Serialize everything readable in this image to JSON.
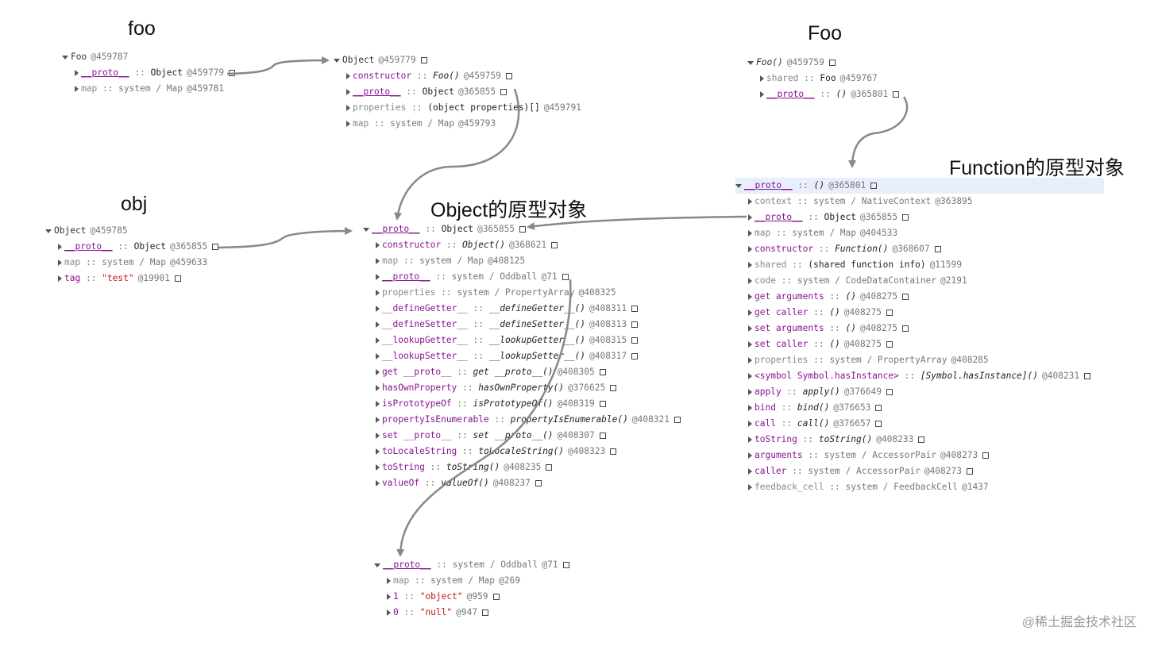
{
  "titles": {
    "foo": "foo",
    "Foo": "Foo",
    "obj": "obj",
    "object_proto": "Object的原型对象",
    "function_proto": "Function的原型对象"
  },
  "watermark": "@稀土掘金技术社区",
  "colors": {
    "key_purple": "#881391",
    "string_red": "#c41a16",
    "arrow_gray": "#888888",
    "highlight": "#e8eefc"
  },
  "trees": {
    "foo": [
      {
        "depth": 0,
        "toggle": "expanded",
        "key": "Foo",
        "keyStyle": "plain",
        "sep": "",
        "val": "",
        "valStyle": "",
        "id": "@459787",
        "box": false
      },
      {
        "depth": 1,
        "toggle": "collapsed",
        "key": "__proto__",
        "keyStyle": "proto",
        "sep": " :: ",
        "val": "Object",
        "valStyle": "obj",
        "id": "@459779",
        "box": true
      },
      {
        "depth": 1,
        "toggle": "collapsed",
        "key": "map",
        "keyStyle": "gray",
        "sep": " :: ",
        "val": "system / Map",
        "valStyle": "sys",
        "id": "@459781",
        "box": false
      }
    ],
    "object459779": [
      {
        "depth": 0,
        "toggle": "expanded",
        "key": "Object",
        "keyStyle": "plain",
        "sep": "",
        "val": "",
        "valStyle": "",
        "id": "@459779",
        "box": true
      },
      {
        "depth": 1,
        "toggle": "collapsed",
        "key": "constructor",
        "keyStyle": "purple",
        "sep": " :: ",
        "val": "Foo()",
        "valStyle": "fn",
        "id": "@459759",
        "box": true
      },
      {
        "depth": 1,
        "toggle": "collapsed",
        "key": "__proto__",
        "keyStyle": "proto",
        "sep": " :: ",
        "val": "Object",
        "valStyle": "obj",
        "id": "@365855",
        "box": true
      },
      {
        "depth": 1,
        "toggle": "collapsed",
        "key": "properties",
        "keyStyle": "gray",
        "sep": " :: ",
        "val": "(object properties)[]",
        "valStyle": "obj",
        "id": "@459791",
        "box": false
      },
      {
        "depth": 1,
        "toggle": "collapsed",
        "key": "map",
        "keyStyle": "gray",
        "sep": " :: ",
        "val": "system / Map",
        "valStyle": "sys",
        "id": "@459793",
        "box": false
      }
    ],
    "Foo": [
      {
        "depth": 0,
        "toggle": "expanded",
        "key": "Foo()",
        "keyStyle": "fnkey",
        "sep": "",
        "val": "",
        "valStyle": "",
        "id": "@459759",
        "box": true
      },
      {
        "depth": 1,
        "toggle": "collapsed",
        "key": "shared",
        "keyStyle": "gray",
        "sep": " :: ",
        "val": "Foo",
        "valStyle": "obj",
        "id": "@459767",
        "box": false
      },
      {
        "depth": 1,
        "toggle": "collapsed",
        "key": "__proto__",
        "keyStyle": "proto",
        "sep": " :: ",
        "val": "()",
        "valStyle": "fn",
        "id": "@365801",
        "box": true
      }
    ],
    "obj": [
      {
        "depth": 0,
        "toggle": "expanded",
        "key": "Object",
        "keyStyle": "plain",
        "sep": "",
        "val": "",
        "valStyle": "",
        "id": "@459785",
        "box": false
      },
      {
        "depth": 1,
        "toggle": "collapsed",
        "key": "__proto__",
        "keyStyle": "proto",
        "sep": " :: ",
        "val": "Object",
        "valStyle": "obj",
        "id": "@365855",
        "box": true
      },
      {
        "depth": 1,
        "toggle": "collapsed",
        "key": "map",
        "keyStyle": "gray",
        "sep": " :: ",
        "val": "system / Map",
        "valStyle": "sys",
        "id": "@459633",
        "box": false
      },
      {
        "depth": 1,
        "toggle": "collapsed",
        "key": "tag",
        "keyStyle": "purple",
        "sep": " :: ",
        "val": "\"test\"",
        "valStyle": "str",
        "id": "@19901",
        "box": true
      }
    ],
    "objectProto": [
      {
        "depth": 0,
        "toggle": "expanded",
        "key": "__proto__",
        "keyStyle": "proto",
        "sep": " :: ",
        "val": "Object",
        "valStyle": "obj",
        "id": "@365855",
        "box": true
      },
      {
        "depth": 1,
        "toggle": "collapsed",
        "key": "constructor",
        "keyStyle": "purple",
        "sep": " :: ",
        "val": "Object()",
        "valStyle": "fn",
        "id": "@368621",
        "box": true
      },
      {
        "depth": 1,
        "toggle": "collapsed",
        "key": "map",
        "keyStyle": "gray",
        "sep": " :: ",
        "val": "system / Map",
        "valStyle": "sys",
        "id": "@408125",
        "box": false
      },
      {
        "depth": 1,
        "toggle": "collapsed",
        "key": "__proto__",
        "keyStyle": "proto",
        "sep": " :: ",
        "val": "system / Oddball",
        "valStyle": "sys",
        "id": "@71",
        "box": true
      },
      {
        "depth": 1,
        "toggle": "collapsed",
        "key": "properties",
        "keyStyle": "gray",
        "sep": " :: ",
        "val": "system / PropertyArray",
        "valStyle": "sys",
        "id": "@408325",
        "box": false
      },
      {
        "depth": 1,
        "toggle": "collapsed",
        "key": "__defineGetter__",
        "keyStyle": "purple",
        "sep": " :: ",
        "val": "__defineGetter__()",
        "valStyle": "fn",
        "id": "@408311",
        "box": true
      },
      {
        "depth": 1,
        "toggle": "collapsed",
        "key": "__defineSetter__",
        "keyStyle": "purple",
        "sep": " :: ",
        "val": "__defineSetter__()",
        "valStyle": "fn",
        "id": "@408313",
        "box": true
      },
      {
        "depth": 1,
        "toggle": "collapsed",
        "key": "__lookupGetter__",
        "keyStyle": "purple",
        "sep": " :: ",
        "val": "__lookupGetter__()",
        "valStyle": "fn",
        "id": "@408315",
        "box": true
      },
      {
        "depth": 1,
        "toggle": "collapsed",
        "key": "__lookupSetter__",
        "keyStyle": "purple",
        "sep": " :: ",
        "val": "__lookupSetter__()",
        "valStyle": "fn",
        "id": "@408317",
        "box": true
      },
      {
        "depth": 1,
        "toggle": "collapsed",
        "key": "get __proto__",
        "keyStyle": "purple",
        "sep": " :: ",
        "val": "get __proto__()",
        "valStyle": "fn",
        "id": "@408305",
        "box": true
      },
      {
        "depth": 1,
        "toggle": "collapsed",
        "key": "hasOwnProperty",
        "keyStyle": "purple",
        "sep": " :: ",
        "val": "hasOwnProperty()",
        "valStyle": "fn",
        "id": "@376625",
        "box": true
      },
      {
        "depth": 1,
        "toggle": "collapsed",
        "key": "isPrototypeOf",
        "keyStyle": "purple",
        "sep": " :: ",
        "val": "isPrototypeOf()",
        "valStyle": "fn",
        "id": "@408319",
        "box": true
      },
      {
        "depth": 1,
        "toggle": "collapsed",
        "key": "propertyIsEnumerable",
        "keyStyle": "purple",
        "sep": " :: ",
        "val": "propertyIsEnumerable()",
        "valStyle": "fn",
        "id": "@408321",
        "box": true
      },
      {
        "depth": 1,
        "toggle": "collapsed",
        "key": "set __proto__",
        "keyStyle": "purple",
        "sep": " :: ",
        "val": "set __proto__()",
        "valStyle": "fn",
        "id": "@408307",
        "box": true
      },
      {
        "depth": 1,
        "toggle": "collapsed",
        "key": "toLocaleString",
        "keyStyle": "purple",
        "sep": " :: ",
        "val": "toLocaleString()",
        "valStyle": "fn",
        "id": "@408323",
        "box": true
      },
      {
        "depth": 1,
        "toggle": "collapsed",
        "key": "toString",
        "keyStyle": "purple",
        "sep": " :: ",
        "val": "toString()",
        "valStyle": "fn",
        "id": "@408235",
        "box": true
      },
      {
        "depth": 1,
        "toggle": "collapsed",
        "key": "valueOf",
        "keyStyle": "purple",
        "sep": " :: ",
        "val": "valueOf()",
        "valStyle": "fn",
        "id": "@408237",
        "box": true
      }
    ],
    "oddball": [
      {
        "depth": 0,
        "toggle": "expanded",
        "key": "__proto__",
        "keyStyle": "proto",
        "sep": " :: ",
        "val": "system / Oddball",
        "valStyle": "sys",
        "id": "@71",
        "box": true
      },
      {
        "depth": 1,
        "toggle": "collapsed",
        "key": "map",
        "keyStyle": "gray",
        "sep": " :: ",
        "val": "system / Map",
        "valStyle": "sys",
        "id": "@269",
        "box": false
      },
      {
        "depth": 1,
        "toggle": "collapsed",
        "key": "1",
        "keyStyle": "purple",
        "sep": " :: ",
        "val": "\"object\"",
        "valStyle": "str",
        "id": "@959",
        "box": true
      },
      {
        "depth": 1,
        "toggle": "collapsed",
        "key": "0",
        "keyStyle": "purple",
        "sep": " :: ",
        "val": "\"null\"",
        "valStyle": "str",
        "id": "@947",
        "box": true
      }
    ],
    "functionProto": [
      {
        "depth": 0,
        "toggle": "expanded",
        "key": "__proto__",
        "keyStyle": "proto",
        "sep": " :: ",
        "val": "()",
        "valStyle": "fn",
        "id": "@365801",
        "box": true,
        "highlight": true
      },
      {
        "depth": 1,
        "toggle": "collapsed",
        "key": "context",
        "keyStyle": "gray",
        "sep": " :: ",
        "val": "system / NativeContext",
        "valStyle": "sys",
        "id": "@363895",
        "box": false
      },
      {
        "depth": 1,
        "toggle": "collapsed",
        "key": "__proto__",
        "keyStyle": "proto",
        "sep": " :: ",
        "val": "Object",
        "valStyle": "obj",
        "id": "@365855",
        "box": true
      },
      {
        "depth": 1,
        "toggle": "collapsed",
        "key": "map",
        "keyStyle": "gray",
        "sep": " :: ",
        "val": "system / Map",
        "valStyle": "sys",
        "id": "@404533",
        "box": false
      },
      {
        "depth": 1,
        "toggle": "collapsed",
        "key": "constructor",
        "keyStyle": "purple",
        "sep": " :: ",
        "val": "Function()",
        "valStyle": "fn",
        "id": "@368607",
        "box": true
      },
      {
        "depth": 1,
        "toggle": "collapsed",
        "key": "shared",
        "keyStyle": "gray",
        "sep": " :: ",
        "val": "(shared function info)",
        "valStyle": "obj",
        "id": "@11599",
        "box": false
      },
      {
        "depth": 1,
        "toggle": "collapsed",
        "key": "code",
        "keyStyle": "gray",
        "sep": " :: ",
        "val": "system / CodeDataContainer",
        "valStyle": "sys",
        "id": "@2191",
        "box": false
      },
      {
        "depth": 1,
        "toggle": "collapsed",
        "key": "get arguments",
        "keyStyle": "purple",
        "sep": " :: ",
        "val": "()",
        "valStyle": "fn",
        "id": "@408275",
        "box": true
      },
      {
        "depth": 1,
        "toggle": "collapsed",
        "key": "get caller",
        "keyStyle": "purple",
        "sep": " :: ",
        "val": "()",
        "valStyle": "fn",
        "id": "@408275",
        "box": true
      },
      {
        "depth": 1,
        "toggle": "collapsed",
        "key": "set arguments",
        "keyStyle": "purple",
        "sep": " :: ",
        "val": "()",
        "valStyle": "fn",
        "id": "@408275",
        "box": true
      },
      {
        "depth": 1,
        "toggle": "collapsed",
        "key": "set caller",
        "keyStyle": "purple",
        "sep": " :: ",
        "val": "()",
        "valStyle": "fn",
        "id": "@408275",
        "box": true
      },
      {
        "depth": 1,
        "toggle": "collapsed",
        "key": "properties",
        "keyStyle": "gray",
        "sep": " :: ",
        "val": "system / PropertyArray",
        "valStyle": "sys",
        "id": "@408285",
        "box": false
      },
      {
        "depth": 1,
        "toggle": "collapsed",
        "key": "<symbol Symbol.hasInstance>",
        "keyStyle": "purple",
        "sep": " :: ",
        "val": "[Symbol.hasInstance]()",
        "valStyle": "fn",
        "id": "@408231",
        "box": true
      },
      {
        "depth": 1,
        "toggle": "collapsed",
        "key": "apply",
        "keyStyle": "purple",
        "sep": " :: ",
        "val": "apply()",
        "valStyle": "fn",
        "id": "@376649",
        "box": true
      },
      {
        "depth": 1,
        "toggle": "collapsed",
        "key": "bind",
        "keyStyle": "purple",
        "sep": " :: ",
        "val": "bind()",
        "valStyle": "fn",
        "id": "@376653",
        "box": true
      },
      {
        "depth": 1,
        "toggle": "collapsed",
        "key": "call",
        "keyStyle": "purple",
        "sep": " :: ",
        "val": "call()",
        "valStyle": "fn",
        "id": "@376657",
        "box": true
      },
      {
        "depth": 1,
        "toggle": "collapsed",
        "key": "toString",
        "keyStyle": "purple",
        "sep": " :: ",
        "val": "toString()",
        "valStyle": "fn",
        "id": "@408233",
        "box": true
      },
      {
        "depth": 1,
        "toggle": "collapsed",
        "key": "arguments",
        "keyStyle": "purple",
        "sep": " :: ",
        "val": "system / AccessorPair",
        "valStyle": "sys",
        "id": "@408273",
        "box": true
      },
      {
        "depth": 1,
        "toggle": "collapsed",
        "key": "caller",
        "keyStyle": "purple",
        "sep": " :: ",
        "val": "system / AccessorPair",
        "valStyle": "sys",
        "id": "@408273",
        "box": true
      },
      {
        "depth": 1,
        "toggle": "collapsed",
        "key": "feedback_cell",
        "keyStyle": "gray",
        "sep": " :: ",
        "val": "system / FeedbackCell",
        "valStyle": "sys",
        "id": "@1437",
        "box": false
      }
    ]
  }
}
